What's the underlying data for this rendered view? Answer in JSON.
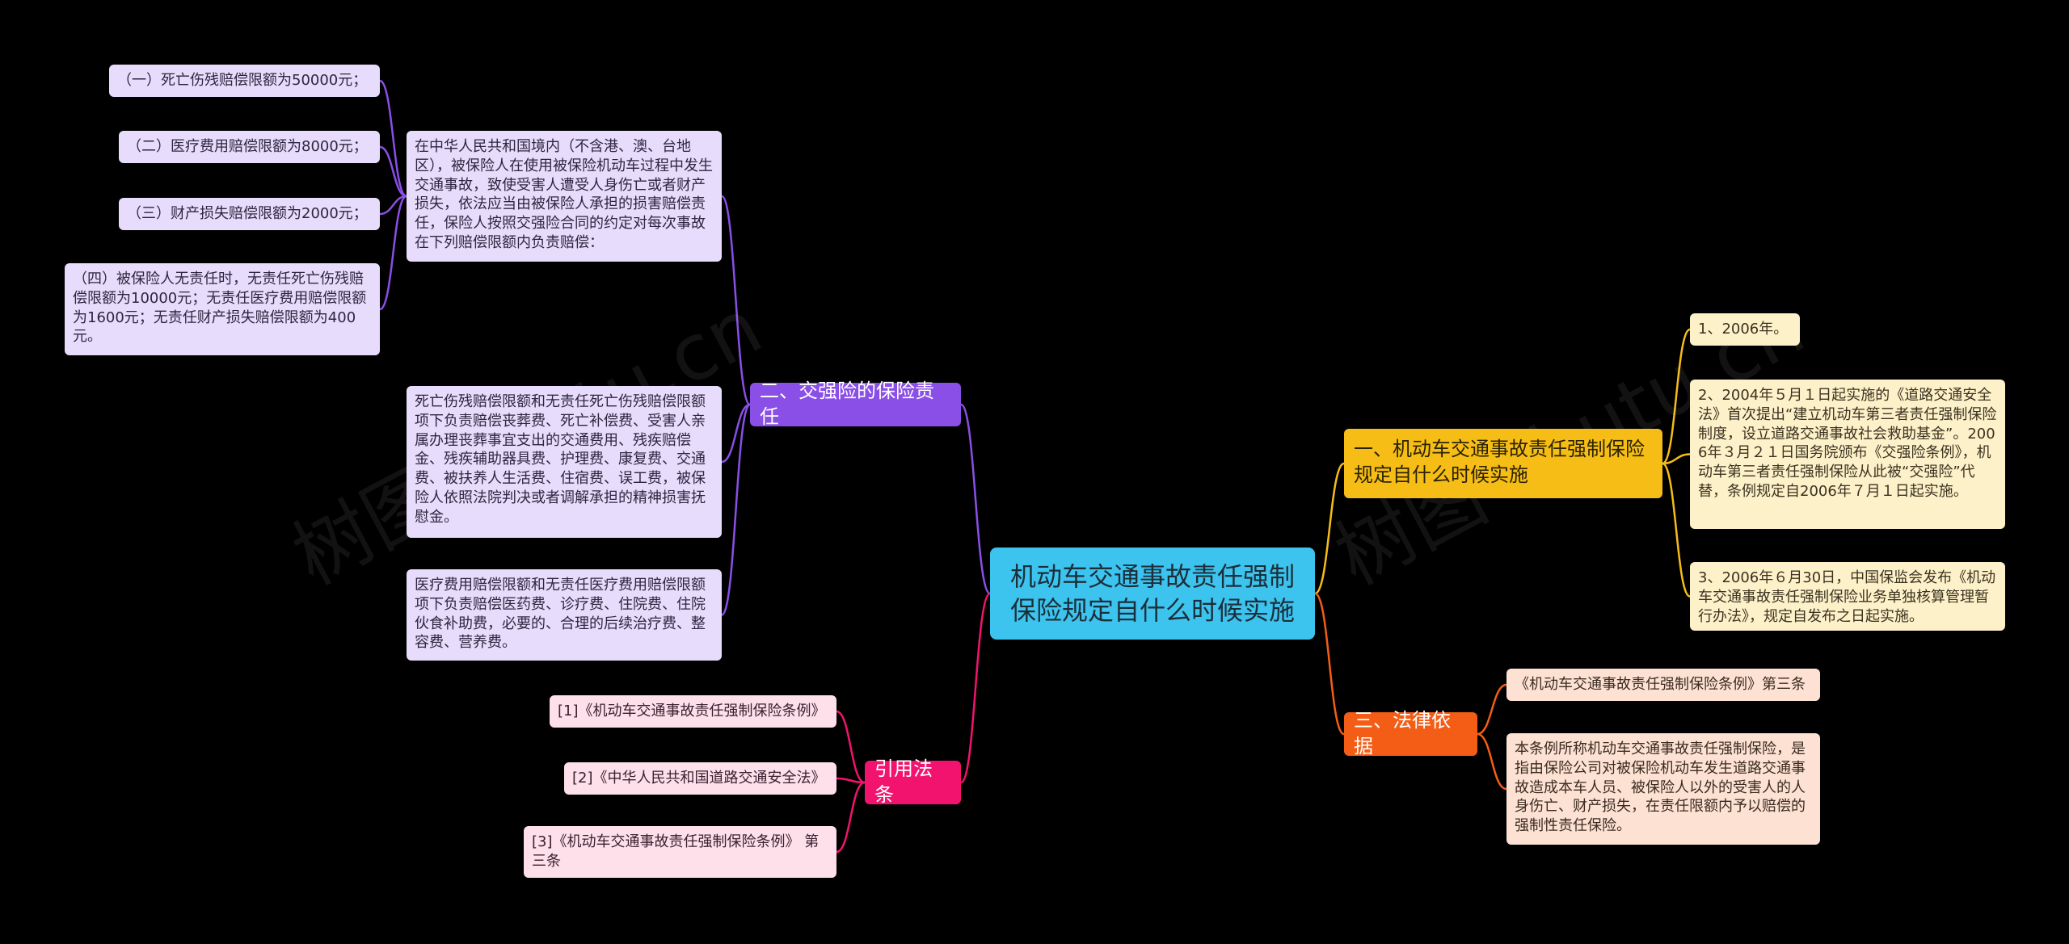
{
  "root": {
    "text": "机动车交通事故责任强制保险规定自什么时候实施"
  },
  "right": {
    "yellow": {
      "title": "一、机动车交通事故责任强制保险规定自什么时候实施",
      "color": "#f6bd16",
      "children": [
        "1、2006年。",
        "2、2004年５月１日起实施的《道路交通安全法》首次提出“建立机动车第三者责任强制保险制度，设立道路交通事故社会救助基金”。2006年３月２１日国务院颁布《交强险条例》，机动车第三者责任强制保险从此被“交强险”代替，条例规定自2006年７月１日起实施。",
        "3、2006年６月30日，中国保监会发布《机动车交通事故责任强制保险业务单独核算管理暂行办法》，规定自发布之日起实施。"
      ]
    },
    "orange": {
      "title": "三、法律依据",
      "color": "#f45d16",
      "children": [
        "《机动车交通事故责任强制保险条例》第三条",
        "本条例所称机动车交通事故责任强制保险，是指由保险公司对被保险机动车发生道路交通事故造成本车人员、被保险人以外的受害人的人身伤亡、财产损失，在责任限额内予以赔偿的强制性责任保险。"
      ]
    }
  },
  "left": {
    "purple": {
      "title": "二、交强险的保险责任",
      "color": "#8a4fe6",
      "intro": "在中华人民共和国境内（不含港、澳、台地区），被保险人在使用被保险机动车过程中发生交通事故，致使受害人遭受人身伤亡或者财产损失，依法应当由被保险人承担的损害赔偿责任，保险人按照交强险合同的约定对每次事故在下列赔偿限额内负责赔偿：",
      "limits": [
        "（一）死亡伤残赔偿限额为50000元；",
        "（二）医疗费用赔偿限额为8000元；",
        "（三）财产损失赔偿限额为2000元；",
        "（四）被保险人无责任时，无责任死亡伤残赔偿限额为10000元；无责任医疗费用赔偿限额为1600元；无责任财产损失赔偿限额为400元。"
      ],
      "death": "死亡伤残赔偿限额和无责任死亡伤残赔偿限额项下负责赔偿丧葬费、死亡补偿费、受害人亲属办理丧葬事宜支出的交通费用、残疾赔偿金、残疾辅助器具费、护理费、康复费、交通费、被扶养人生活费、住宿费、误工费，被保险人依照法院判决或者调解承担的精神损害抚慰金。",
      "medical": "医疗费用赔偿限额和无责任医疗费用赔偿限额项下负责赔偿医药费、诊疗费、住院费、住院伙食补助费，必要的、合理的后续治疗费、整容费、营养费。"
    },
    "pink": {
      "title": "引用法条",
      "color": "#f2136e",
      "children": [
        "[1]《机动车交通事故责任强制保险条例》",
        "[2]《中华人民共和国道路交通安全法》",
        "[3]《机动车交通事故责任强制保险条例》 第三条"
      ]
    }
  },
  "watermark": "树图 shutu.cn",
  "link_colors": {
    "yellow": "#f6bd16",
    "orange": "#f45d16",
    "purple": "#8a4fe6",
    "pink": "#f2136e"
  }
}
